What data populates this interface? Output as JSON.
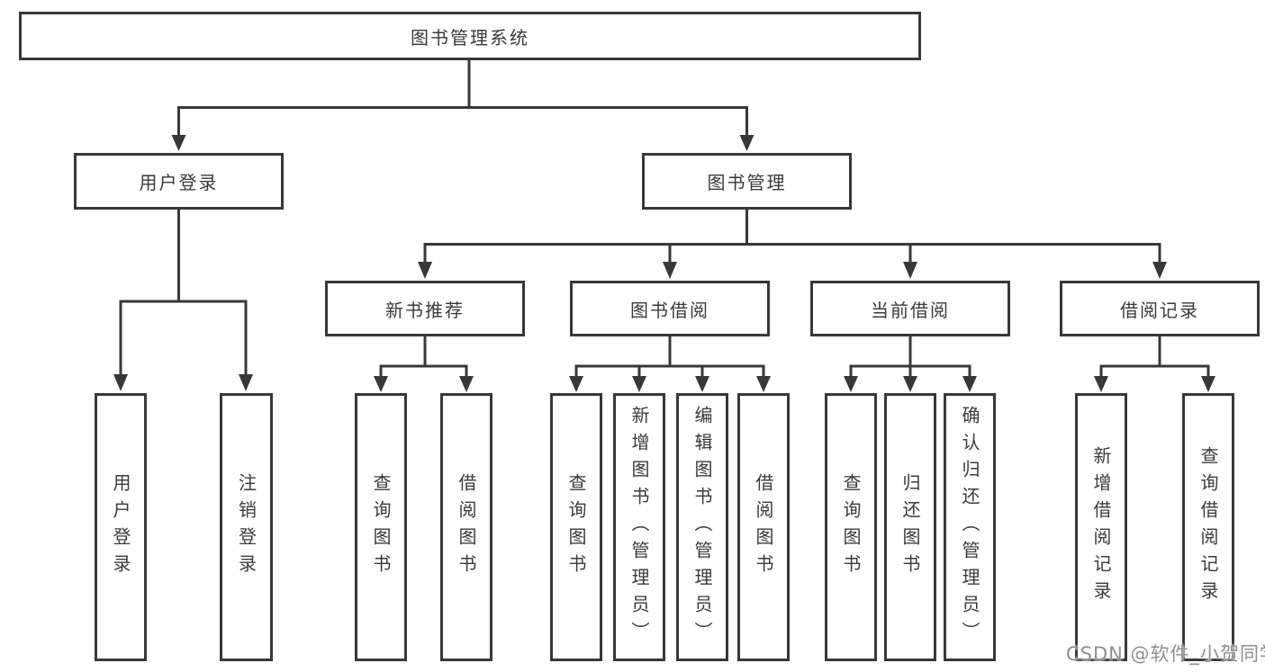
{
  "title": "图书管理系统",
  "watermark": "CSDN @软件_小贺同学",
  "colors": {
    "line": "#383838",
    "box_border": "#383838",
    "box_fill": "#ffffff",
    "text": "#3a3a3a",
    "watermark": "#8f8f8f",
    "background": "#ffffff"
  },
  "tree": {
    "label": "图书管理系统",
    "children": [
      {
        "label": "用户登录",
        "children": [
          {
            "label": "用户登录"
          },
          {
            "label": "注销登录"
          }
        ]
      },
      {
        "label": "图书管理",
        "children": [
          {
            "label": "新书推荐",
            "children": [
              {
                "label": "查询图书"
              },
              {
                "label": "借阅图书"
              }
            ]
          },
          {
            "label": "图书借阅",
            "children": [
              {
                "label": "查询图书"
              },
              {
                "label": "新增图书（管理员）"
              },
              {
                "label": "编辑图书（管理员）"
              },
              {
                "label": "借阅图书"
              }
            ]
          },
          {
            "label": "当前借阅",
            "children": [
              {
                "label": "查询图书"
              },
              {
                "label": "归还图书"
              },
              {
                "label": "确认归还（管理员）"
              }
            ]
          },
          {
            "label": "借阅记录",
            "children": [
              {
                "label": "新增借阅记录"
              },
              {
                "label": "查询借阅记录"
              }
            ]
          }
        ]
      }
    ]
  }
}
